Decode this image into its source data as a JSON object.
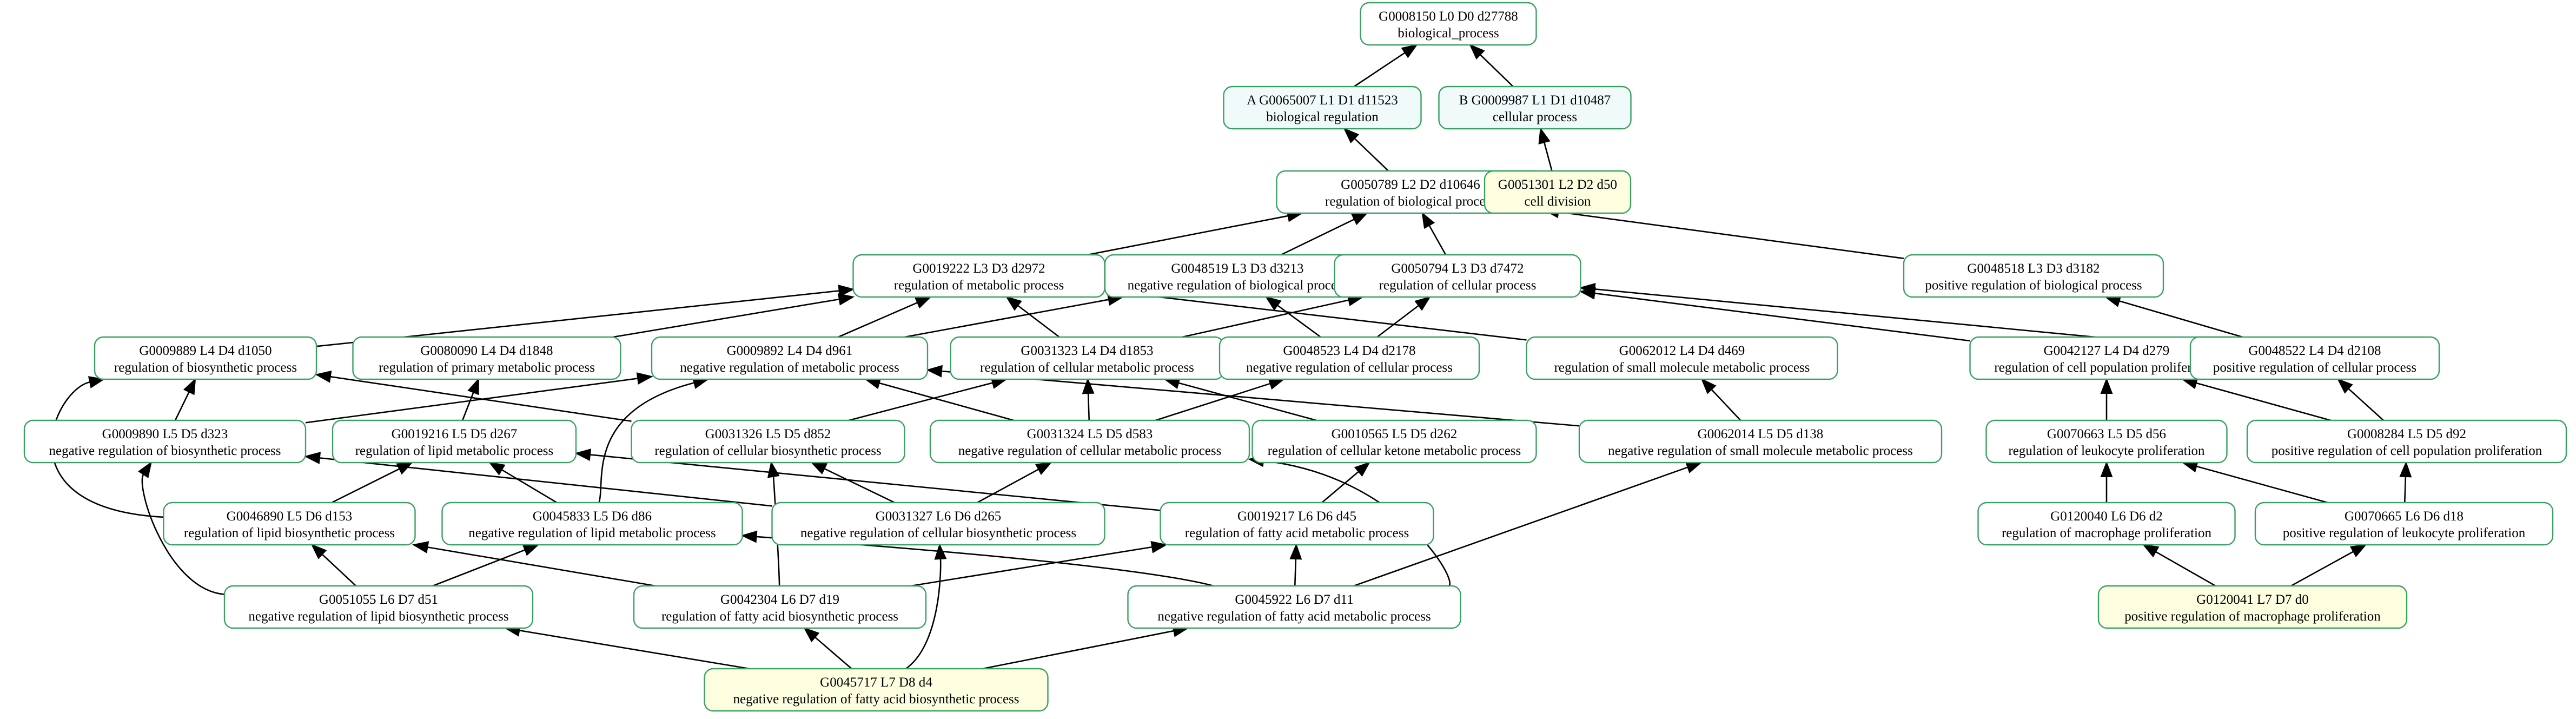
{
  "colors": {
    "node_border": "#3aa163",
    "node_fill": "#ffffff",
    "annotated_fill": "#f0fafb",
    "leaf_fill": "#fdfde0",
    "edge": "#000000",
    "text": "#000000"
  },
  "nodes": [
    {
      "id": "n8150",
      "line1": "G0008150 L0 D0 d27788",
      "line2": "biological_process",
      "fill": "white"
    },
    {
      "id": "n65007",
      "line1": "A  G0065007 L1 D1 d11523",
      "line2": "biological regulation",
      "fill": "annotated"
    },
    {
      "id": "n9987",
      "line1": "B  G0009987 L1 D1 d10487",
      "line2": "cellular process",
      "fill": "annotated"
    },
    {
      "id": "n50789",
      "line1": "G0050789 L2 D2 d10646",
      "line2": "regulation of biological process",
      "fill": "white"
    },
    {
      "id": "n51301",
      "line1": "G0051301 L2 D2 d50",
      "line2": "cell division",
      "fill": "leaf"
    },
    {
      "id": "n19222",
      "line1": "G0019222 L3 D3 d2972",
      "line2": "regulation of metabolic process",
      "fill": "white"
    },
    {
      "id": "n48519",
      "line1": "G0048519 L3 D3 d3213",
      "line2": "negative regulation of biological process",
      "fill": "white"
    },
    {
      "id": "n50794",
      "line1": "G0050794 L3 D3 d7472",
      "line2": "regulation of cellular process",
      "fill": "white"
    },
    {
      "id": "n48518",
      "line1": "G0048518 L3 D3 d3182",
      "line2": "positive regulation of biological process",
      "fill": "white"
    },
    {
      "id": "n9889",
      "line1": "G0009889 L4 D4 d1050",
      "line2": "regulation of biosynthetic process",
      "fill": "white"
    },
    {
      "id": "n80090",
      "line1": "G0080090 L4 D4 d1848",
      "line2": "regulation of primary metabolic process",
      "fill": "white"
    },
    {
      "id": "n9892",
      "line1": "G0009892 L4 D4 d961",
      "line2": "negative regulation of metabolic process",
      "fill": "white"
    },
    {
      "id": "n31323",
      "line1": "G0031323 L4 D4 d1853",
      "line2": "regulation of cellular metabolic process",
      "fill": "white"
    },
    {
      "id": "n48523",
      "line1": "G0048523 L4 D4 d2178",
      "line2": "negative regulation of cellular process",
      "fill": "white"
    },
    {
      "id": "n62012",
      "line1": "G0062012 L4 D4 d469",
      "line2": "regulation of small molecule metabolic process",
      "fill": "white"
    },
    {
      "id": "n42127",
      "line1": "G0042127 L4 D4 d279",
      "line2": "regulation of cell population proliferation",
      "fill": "white"
    },
    {
      "id": "n48522",
      "line1": "G0048522 L4 D4 d2108",
      "line2": "positive regulation of cellular process",
      "fill": "white"
    },
    {
      "id": "n9890",
      "line1": "G0009890 L5 D5 d323",
      "line2": "negative regulation of biosynthetic process",
      "fill": "white"
    },
    {
      "id": "n19216",
      "line1": "G0019216 L5 D5 d267",
      "line2": "regulation of lipid metabolic process",
      "fill": "white"
    },
    {
      "id": "n31326",
      "line1": "G0031326 L5 D5 d852",
      "line2": "regulation of cellular biosynthetic process",
      "fill": "white"
    },
    {
      "id": "n31324",
      "line1": "G0031324 L5 D5 d583",
      "line2": "negative regulation of cellular metabolic process",
      "fill": "white"
    },
    {
      "id": "n10565",
      "line1": "G0010565 L5 D5 d262",
      "line2": "regulation of cellular ketone metabolic process",
      "fill": "white"
    },
    {
      "id": "n62014",
      "line1": "G0062014 L5 D5 d138",
      "line2": "negative regulation of small molecule metabolic process",
      "fill": "white"
    },
    {
      "id": "n70663",
      "line1": "G0070663 L5 D5 d56",
      "line2": "regulation of leukocyte proliferation",
      "fill": "white"
    },
    {
      "id": "n8284",
      "line1": "G0008284 L5 D5 d92",
      "line2": "positive regulation of cell population proliferation",
      "fill": "white"
    },
    {
      "id": "n46890",
      "line1": "G0046890 L5 D6 d153",
      "line2": "regulation of lipid biosynthetic process",
      "fill": "white"
    },
    {
      "id": "n45833",
      "line1": "G0045833 L5 D6 d86",
      "line2": "negative regulation of lipid metabolic process",
      "fill": "white"
    },
    {
      "id": "n31327",
      "line1": "G0031327 L6 D6 d265",
      "line2": "negative regulation of cellular biosynthetic process",
      "fill": "white"
    },
    {
      "id": "n19217",
      "line1": "G0019217 L6 D6 d45",
      "line2": "regulation of fatty acid metabolic process",
      "fill": "white"
    },
    {
      "id": "n120040",
      "line1": "G0120040 L6 D6 d2",
      "line2": "regulation of macrophage proliferation",
      "fill": "white"
    },
    {
      "id": "n70665",
      "line1": "G0070665 L6 D6 d18",
      "line2": "positive regulation of leukocyte proliferation",
      "fill": "white"
    },
    {
      "id": "n51055",
      "line1": "G0051055 L6 D7 d51",
      "line2": "negative regulation of lipid biosynthetic process",
      "fill": "white"
    },
    {
      "id": "n42304",
      "line1": "G0042304 L6 D7 d19",
      "line2": "regulation of fatty acid biosynthetic process",
      "fill": "white"
    },
    {
      "id": "n45922",
      "line1": "G0045922 L6 D7 d11",
      "line2": "negative regulation of fatty acid metabolic process",
      "fill": "white"
    },
    {
      "id": "n120041",
      "line1": "G0120041 L7 D7 d0",
      "line2": "positive regulation of macrophage proliferation",
      "fill": "leaf"
    },
    {
      "id": "n45717",
      "line1": "G0045717 L7 D8 d4",
      "line2": "negative regulation of fatty acid biosynthetic process",
      "fill": "leaf"
    }
  ],
  "edges": [
    {
      "from": "n65007",
      "to": "n8150"
    },
    {
      "from": "n9987",
      "to": "n8150"
    },
    {
      "from": "n50789",
      "to": "n65007"
    },
    {
      "from": "n51301",
      "to": "n9987"
    },
    {
      "from": "n19222",
      "to": "n50789"
    },
    {
      "from": "n48519",
      "to": "n50789"
    },
    {
      "from": "n50794",
      "to": "n50789"
    },
    {
      "from": "n48518",
      "to": "n50789"
    },
    {
      "from": "n9889",
      "to": "n19222"
    },
    {
      "from": "n80090",
      "to": "n19222"
    },
    {
      "from": "n9892",
      "to": "n19222"
    },
    {
      "from": "n9892",
      "to": "n48519"
    },
    {
      "from": "n31323",
      "to": "n19222"
    },
    {
      "from": "n31323",
      "to": "n50794"
    },
    {
      "from": "n48523",
      "to": "n48519"
    },
    {
      "from": "n48523",
      "to": "n50794"
    },
    {
      "from": "n62012",
      "to": "n19222"
    },
    {
      "from": "n42127",
      "to": "n50794"
    },
    {
      "from": "n48522",
      "to": "n50794"
    },
    {
      "from": "n48522",
      "to": "n48518"
    },
    {
      "from": "n9890",
      "to": "n9889"
    },
    {
      "from": "n9890",
      "to": "n9892"
    },
    {
      "from": "n19216",
      "to": "n80090"
    },
    {
      "from": "n31326",
      "to": "n9889"
    },
    {
      "from": "n31326",
      "to": "n31323"
    },
    {
      "from": "n31324",
      "to": "n31323"
    },
    {
      "from": "n31324",
      "to": "n9892"
    },
    {
      "from": "n31324",
      "to": "n48523"
    },
    {
      "from": "n10565",
      "to": "n31323"
    },
    {
      "from": "n62014",
      "to": "n62012"
    },
    {
      "from": "n62014",
      "to": "n9892"
    },
    {
      "from": "n70663",
      "to": "n42127"
    },
    {
      "from": "n8284",
      "to": "n42127"
    },
    {
      "from": "n8284",
      "to": "n48522"
    },
    {
      "from": "n46890",
      "to": "n19216"
    },
    {
      "from": "n46890",
      "to": "n9889"
    },
    {
      "from": "n45833",
      "to": "n19216"
    },
    {
      "from": "n45833",
      "to": "n9892"
    },
    {
      "from": "n31327",
      "to": "n31326"
    },
    {
      "from": "n31327",
      "to": "n31324"
    },
    {
      "from": "n31327",
      "to": "n9890"
    },
    {
      "from": "n19217",
      "to": "n19216"
    },
    {
      "from": "n19217",
      "to": "n10565"
    },
    {
      "from": "n120040",
      "to": "n70663"
    },
    {
      "from": "n70665",
      "to": "n70663"
    },
    {
      "from": "n70665",
      "to": "n8284"
    },
    {
      "from": "n51055",
      "to": "n46890"
    },
    {
      "from": "n51055",
      "to": "n45833"
    },
    {
      "from": "n51055",
      "to": "n9890"
    },
    {
      "from": "n42304",
      "to": "n46890"
    },
    {
      "from": "n42304",
      "to": "n19217"
    },
    {
      "from": "n42304",
      "to": "n31326"
    },
    {
      "from": "n45922",
      "to": "n19217"
    },
    {
      "from": "n45922",
      "to": "n45833"
    },
    {
      "from": "n45922",
      "to": "n62014"
    },
    {
      "from": "n45922",
      "to": "n31324"
    },
    {
      "from": "n120041",
      "to": "n120040"
    },
    {
      "from": "n120041",
      "to": "n70665"
    },
    {
      "from": "n45717",
      "to": "n51055"
    },
    {
      "from": "n45717",
      "to": "n42304"
    },
    {
      "from": "n45717",
      "to": "n45922"
    },
    {
      "from": "n45717",
      "to": "n31327"
    }
  ]
}
